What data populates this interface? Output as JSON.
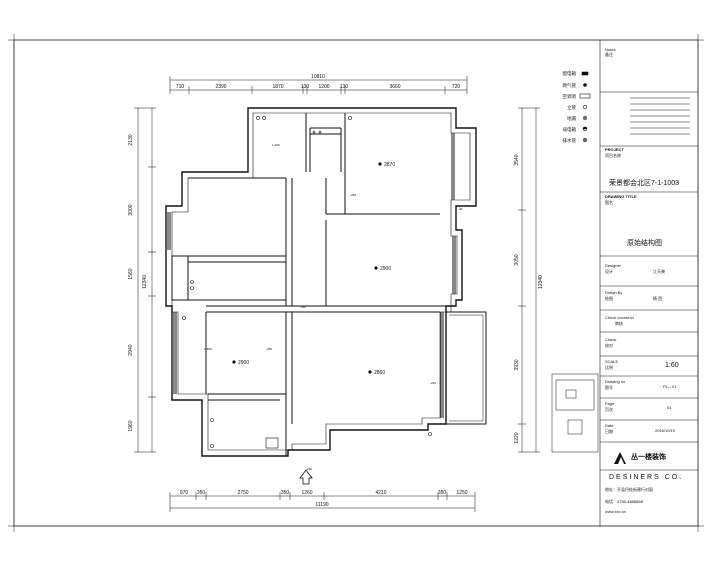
{
  "plan": {
    "top_total": "10810",
    "top_dims": [
      "710",
      "2390",
      "1870",
      "130",
      "1200",
      "130",
      "3660",
      "720"
    ],
    "bottom_total": "11190",
    "bottom_dims": [
      "970",
      "350",
      "2750",
      "350",
      "1260",
      "4210",
      "350",
      "1250"
    ],
    "left_dims": [
      "2130",
      "3000",
      "1560",
      "2940",
      "1960"
    ],
    "left_total": "12340",
    "right_dims": [
      "3540",
      "3050",
      "3930",
      "1220"
    ],
    "right_total": "12340",
    "room_heights": [
      "2870",
      "2900",
      "2900",
      "2860"
    ],
    "tags": [
      "-280",
      "-40",
      "-180",
      "-280",
      "-240",
      "-230",
      "L-200",
      "L-850"
    ]
  },
  "legend": {
    "items": [
      {
        "label": "配电箱",
        "symbol": "box"
      },
      {
        "label": "燃气管",
        "symbol": "dot"
      },
      {
        "label": "空调洞",
        "symbol": "rect"
      },
      {
        "label": "立管",
        "symbol": "circle"
      },
      {
        "label": "地漏",
        "symbol": "ring"
      },
      {
        "label": "弱电箱",
        "symbol": "half"
      },
      {
        "label": "排水管",
        "symbol": "cross"
      }
    ]
  },
  "title_block": {
    "notes_heading": "Notes",
    "notes_sub": "备注",
    "project_heading": "PROJECT",
    "project_name": "项目名称",
    "project_value": "荣景都会北区7-1-1003",
    "drawing_title_heading": "DRAWING TITLE",
    "drawing_title_sub": "图名",
    "drawing_title": "原始结构图",
    "designer_label": "Designer",
    "designer_sub": "设计",
    "designer_value": "江天晓",
    "drawn_by_label": "Drawn By",
    "drawn_by_sub": "绘图",
    "drawn_by_value": "杨 西",
    "check_label": "Check construct",
    "check_sub": "审核",
    "check2_label": "Check",
    "check2_sub": "校对",
    "scale_label": "SCALE",
    "scale_sub": "比例",
    "scale_value": "1:60",
    "drawing_no_label": "Drawing no",
    "drawing_no_sub": "图号",
    "drawing_no_value": "PL---01",
    "page_label": "Page",
    "page_sub": "页次",
    "page_value": "01",
    "date_label": "Date",
    "date_sub": "日期",
    "date_value": "2016/10/19",
    "company_logo": "丛一楼装饰",
    "company_en": "DESINERS CO.",
    "address": "地址：开县丹桂街建行对面",
    "tel": "电话：0755-4888888",
    "web": "www.xxx.cn"
  },
  "colors": {
    "line": "#111111",
    "paper": "#ffffff"
  }
}
